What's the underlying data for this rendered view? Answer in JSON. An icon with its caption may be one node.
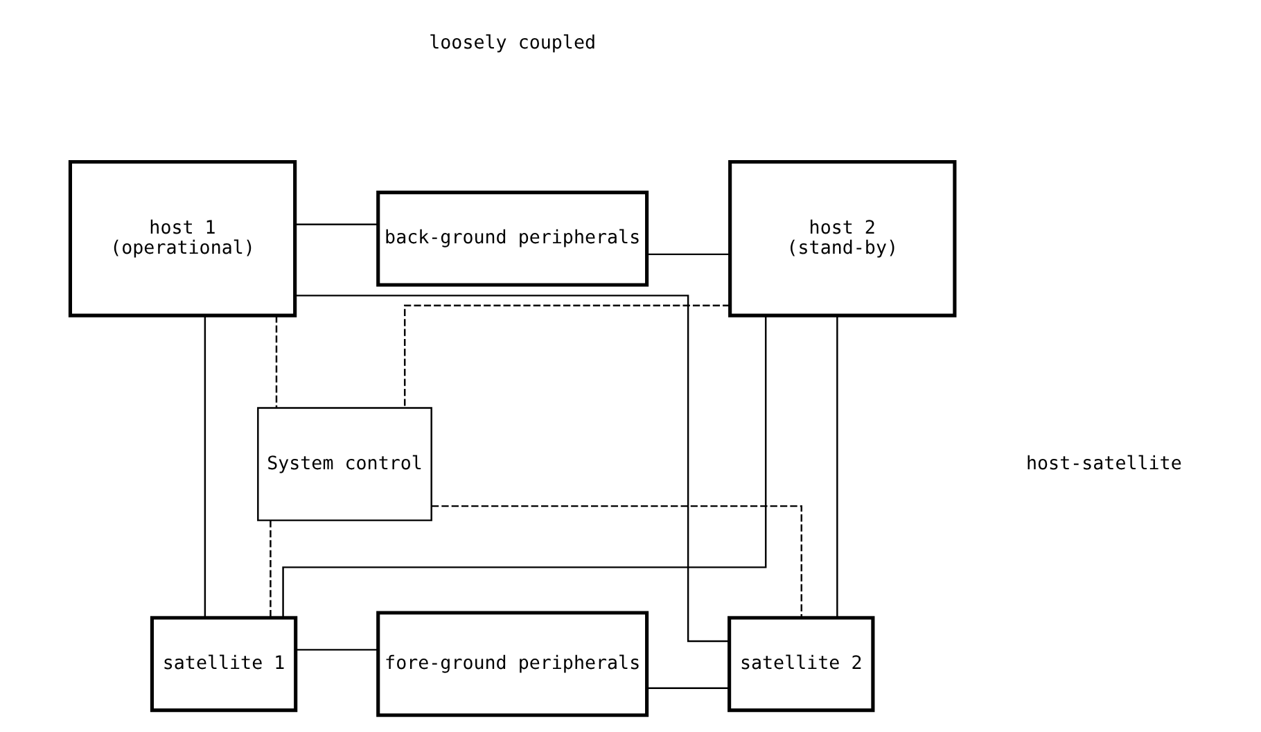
{
  "diagram": {
    "nodes": [
      {
        "text": [
          "host 1",
          "(operational)"
        ]
      },
      {
        "text": [
          "back-ground peripherals"
        ]
      },
      {
        "text": [
          "host 2",
          "(stand-by)"
        ]
      },
      {
        "text": [
          "System control"
        ]
      },
      {
        "text": [
          "satellite 1"
        ]
      },
      {
        "text": [
          "fore-ground peripherals"
        ]
      },
      {
        "text": [
          "satellite 2"
        ]
      }
    ],
    "edges": [
      {
        "from": 0,
        "to": 1,
        "arrow": "none"
      },
      {
        "from": 2,
        "to": 1,
        "arrow": "none"
      },
      {
        "from": 0,
        "to": 3,
        "arrow": "none",
        "style": "dashed"
      },
      {
        "from": 2,
        "to": 3,
        "arrow": "none",
        "style": "dashed"
      },
      {
        "from": 3,
        "to": 4,
        "arrow": "none",
        "style": "dashed"
      },
      {
        "from": 3,
        "to": 6,
        "arrow": "none",
        "style": "dashed"
      },
      {
        "from": 0,
        "to": 4,
        "arrow": "none"
      },
      {
        "from": 0,
        "to": 6,
        "arrow": "none"
      },
      {
        "from": 2,
        "to": 6,
        "arrow": "none"
      },
      {
        "from": 2,
        "to": 4,
        "arrow": "none"
      },
      {
        "from": 4,
        "to": 5,
        "arrow": "none"
      },
      {
        "from": 6,
        "to": 5,
        "arrow": "none"
      }
    ],
    "labels": [
      "loosely coupled",
      "host-satellite"
    ]
  }
}
